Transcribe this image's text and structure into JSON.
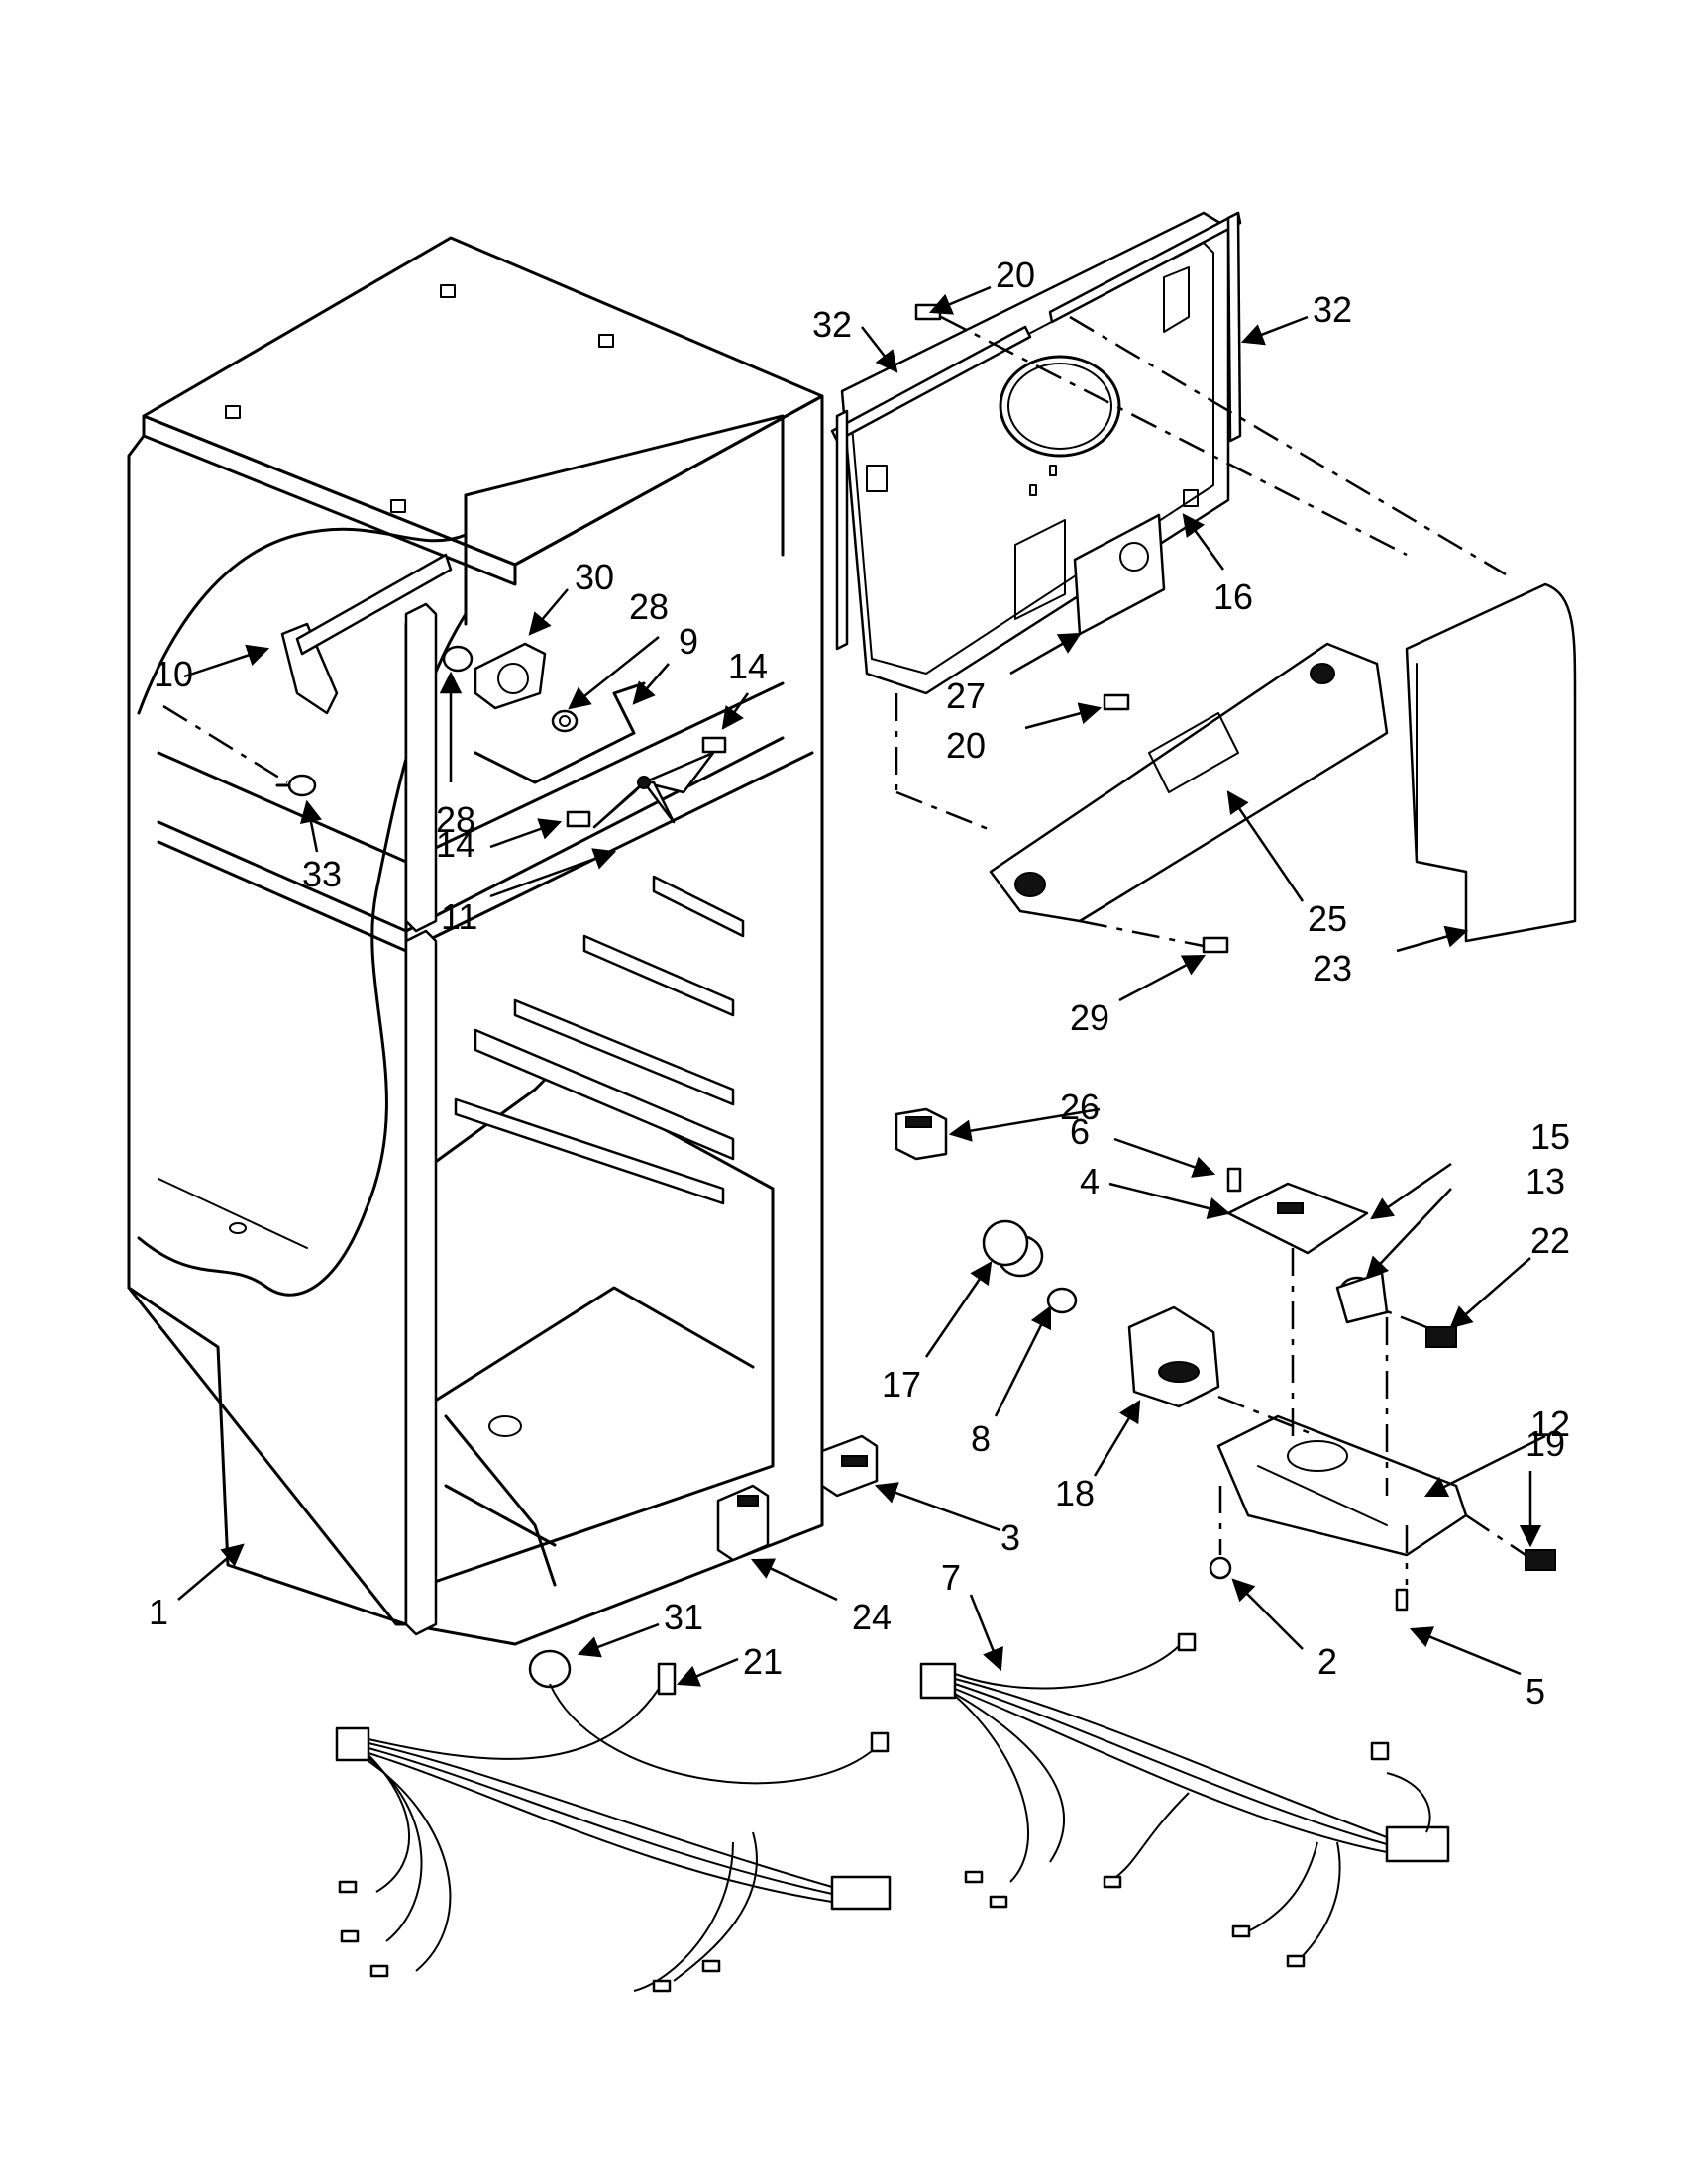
{
  "diagram": {
    "callouts": [
      "1",
      "2",
      "3",
      "4",
      "5",
      "6",
      "7",
      "8",
      "9",
      "10",
      "11",
      "12",
      "13",
      "14",
      "14",
      "15",
      "16",
      "17",
      "18",
      "19",
      "20",
      "20",
      "21",
      "22",
      "23",
      "24",
      "25",
      "26",
      "27",
      "28",
      "28",
      "29",
      "30",
      "31",
      "32",
      "32",
      "33"
    ]
  }
}
